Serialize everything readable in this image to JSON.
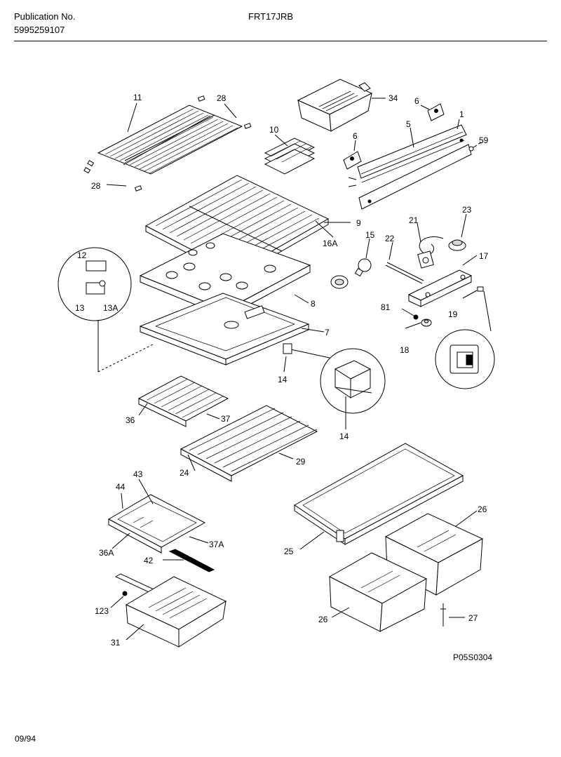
{
  "header": {
    "publication_label": "Publication No.",
    "publication_number": "5995259107",
    "model": "FRT17JRB"
  },
  "footer": {
    "date": "09/94",
    "drawing_code": "P05S0304"
  },
  "part_callouts": [
    "11",
    "28",
    "28",
    "34",
    "6",
    "1",
    "10",
    "6",
    "5",
    "59",
    "9",
    "16A",
    "15",
    "21",
    "22",
    "23",
    "17",
    "12",
    "13",
    "13A",
    "8",
    "7",
    "81",
    "19",
    "18",
    "14",
    "14",
    "36",
    "37",
    "24",
    "29",
    "44",
    "43",
    "36A",
    "37A",
    "42",
    "123",
    "31",
    "25",
    "26",
    "26",
    "27"
  ]
}
